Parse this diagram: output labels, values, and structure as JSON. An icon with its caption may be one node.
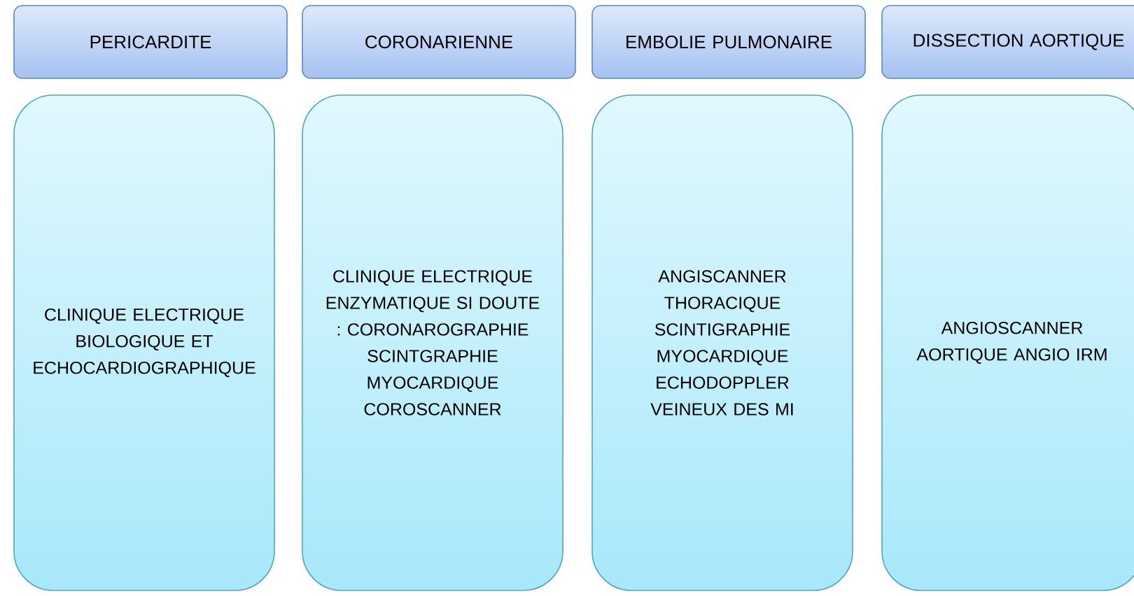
{
  "diagram": {
    "nodes": [
      {
        "text": [
          "PERICARDITE"
        ]
      },
      {
        "text": [
          "CORONARIENNE"
        ]
      },
      {
        "text": [
          "EMBOLIE PULMONAIRE"
        ]
      },
      {
        "text": [
          "DISSECTION AORTIQUE"
        ]
      },
      {
        "text": [
          "CLINIQUE ELECTRIQUE BIOLOGIQUE ET ECHOCARDIOGRAPHIQUE"
        ]
      },
      {
        "text": [
          "CLINIQUE ELECTRIQUE ENZYMATIQUE SI DOUTE : CORONAROGRAPHIE SCINTGRAPHIE MYOCARDIQUE COROSCANNER"
        ]
      },
      {
        "text": [
          "ANGISCANNER THORACIQUE SCINTIGRAPHIE MYOCARDIQUE ECHODOPPLER VEINEUX DES MI"
        ]
      },
      {
        "text": [
          "ANGIOSCANNER AORTIQUE ANGIO IRM"
        ]
      }
    ]
  }
}
